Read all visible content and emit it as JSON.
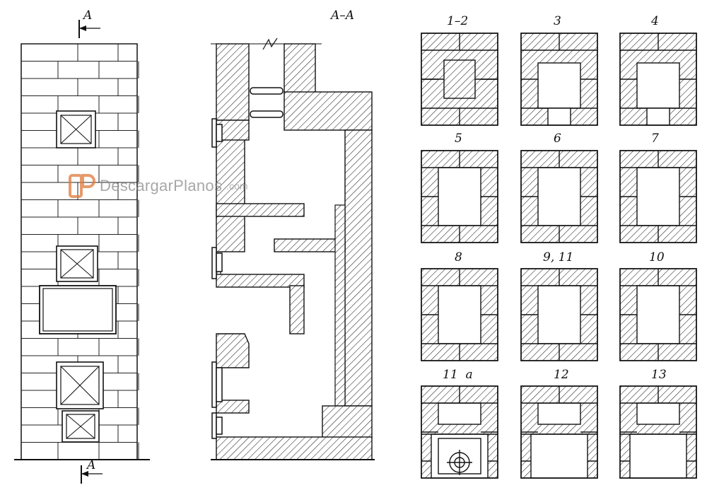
{
  "figure": {
    "section_marker": "A",
    "section_title": "A–A",
    "courses": [
      {
        "id": "c12",
        "label": "1–2"
      },
      {
        "id": "c3",
        "label": "3"
      },
      {
        "id": "c4",
        "label": "4"
      },
      {
        "id": "c5",
        "label": "5"
      },
      {
        "id": "c6",
        "label": "6"
      },
      {
        "id": "c7",
        "label": "7"
      },
      {
        "id": "c8",
        "label": "8"
      },
      {
        "id": "c911",
        "label": "9, 11"
      },
      {
        "id": "c10",
        "label": "10"
      },
      {
        "id": "c11a",
        "label": "11  a"
      },
      {
        "id": "c12b",
        "label": "12"
      },
      {
        "id": "c13",
        "label": "13"
      }
    ]
  },
  "watermark": {
    "name": "DescargarPlanos",
    "domain": ".com",
    "logo_icon": "dp-logo-icon",
    "color": "#e07a3c"
  }
}
